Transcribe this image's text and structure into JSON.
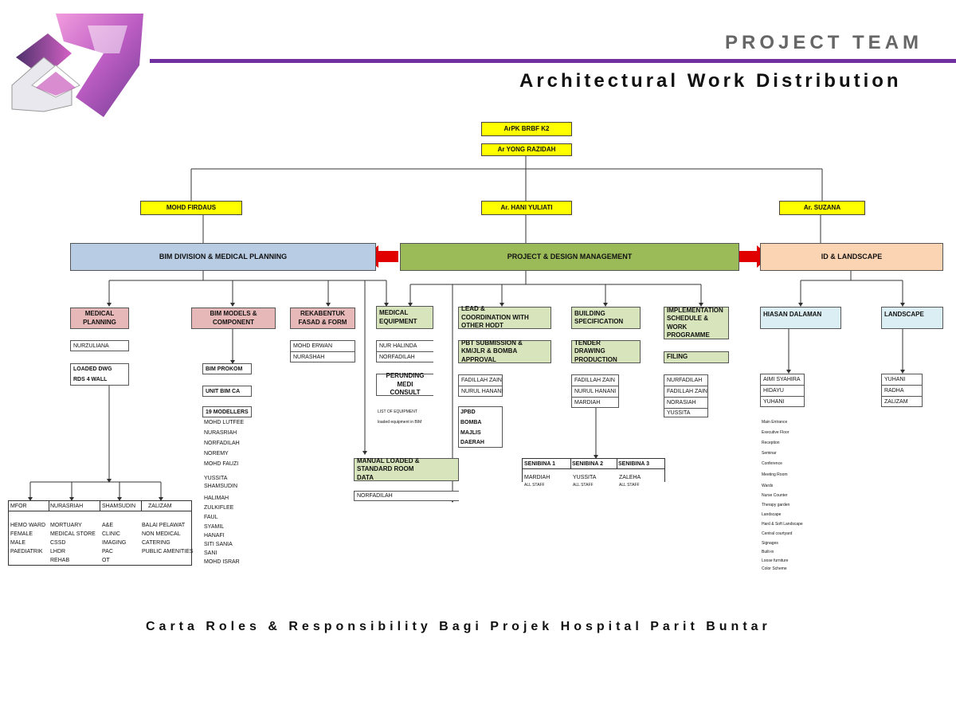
{
  "header": {
    "title": "PROJECT TEAM",
    "subtitle": "Architectural Work Distribution"
  },
  "footer": "Carta Roles & Responsibility Bagi Projek Hospital Parit Buntar",
  "top": {
    "chief": "ArPK BRBF K2",
    "head": "Ar YONG RAZIDAH"
  },
  "leads": {
    "left": "MOHD FIRDAUS",
    "center": "Ar. HANI YULIATI",
    "right": "Ar. SUZANA"
  },
  "divisions": {
    "bim": "BIM DIVISION & MEDICAL PLANNING",
    "pdm": "PROJECT & DESIGN MANAGEMENT",
    "idl": "ID & LANDSCAPE"
  },
  "medical_planning": {
    "label": "MEDICAL PLANNING",
    "person": "NURZULIANA",
    "loaded1": "LOADED DWG",
    "loaded2": "RDS 4 WALL"
  },
  "team_table": {
    "headers": [
      "MFOR",
      "NURASRIAH",
      "SHAMSUDIN",
      "ZALIZAM"
    ],
    "col1": [
      "HEMO WARD",
      "FEMALE",
      "MALE",
      "PAEDIATRIK"
    ],
    "col2": [
      "MORTUARY",
      "MEDICAL STORE",
      "CSSD",
      "LHDR",
      "REHAB"
    ],
    "col3": [
      "A&E",
      "CLINIC",
      "IMAGING",
      "PAC",
      "OT"
    ],
    "col4": [
      "BALAI PELAWAT",
      "NON MEDICAL",
      "CATERING",
      "PUBLIC AMENITIES"
    ]
  },
  "bim_models": {
    "label": "BIM MODELS & COMPONENT",
    "prokom": "BIM PROKOM",
    "unit": "UNIT BIM CA",
    "modellers": "19 MODELLERS",
    "names": [
      "MOHD LUTFEE",
      "NURASRIAH",
      "NORFADILAH",
      "NOREMY",
      "MOHD FAUZI",
      "YUSSITA",
      "SHAMSUDIN",
      "HALIMAH",
      "ZULKIFLEE",
      "FAUL",
      "SYAMIL",
      "HANAFI",
      "SITI SANIA",
      "SANI",
      "MOHD ISRAR"
    ]
  },
  "rekabentuk": {
    "label": "REKABENTUK FASAD & FORM",
    "names": [
      "MOHD ERWAN",
      "NURASHAH"
    ]
  },
  "medical_equipment": {
    "label": "MEDICAL EQUIPMENT",
    "names": [
      "NUR HALINDA",
      "NORFADILAH"
    ],
    "consult": "PERUNDING MEDI CONSULT",
    "note1": "LIST OF EQUIPMENT",
    "note2": "loaded equipment in BIM"
  },
  "manual": {
    "label": "MANUAL LOADED & STANDARD ROOM DATA",
    "person": "NORFADILAH"
  },
  "lead_coord": {
    "label": "LEAD & COORDINATION WITH OTHER HODT",
    "pbt": "PBT SUBMISSION & KM/JLR & BOMBA APPROVAL",
    "names": [
      "FADILLAH ZAIN",
      "NURUL HANANI"
    ],
    "authorities": [
      "JPBD",
      "BOMBA",
      "MAJLIS",
      "DAERAH"
    ]
  },
  "building_spec": {
    "label": "BUILDING SPECIFICATION",
    "tender": "TENDER DRAWING PRODUCTION",
    "names": [
      "FADILLAH ZAIN",
      "NURUL HANANI",
      "MARDIAH"
    ]
  },
  "senibina": {
    "headers": [
      "SENIBINA 1",
      "SENIBINA 2",
      "SENIBINA 3"
    ],
    "names": [
      "MARDIAH",
      "YUSSITA",
      "ZALEHA"
    ],
    "staff": "ALL STAFF"
  },
  "implementation": {
    "label": "IMPLEMENTATION SCHEDULE & WORK PROGRAMME",
    "filing": "FILING",
    "names": [
      "NURFADILAH",
      "FADILLAH ZAIN",
      "NORASIAH",
      "YUSSITA"
    ]
  },
  "hiasan": {
    "label": "HIASAN DALAMAN",
    "names": [
      "AIMI SYAHIRA",
      "HIDAYU",
      "YUHANI"
    ],
    "items": [
      "Main Entrance",
      "Executive Floor",
      "Reception",
      "Seminar",
      "Conference",
      "Meeting Room",
      "Wards",
      "Nurse Counter",
      "Therapy garden",
      "Landscape",
      "Hard & Soft Landscape",
      "Central courtyard",
      "Signages",
      "Built-in",
      "Loose furniture",
      "Color Scheme"
    ]
  },
  "landscape": {
    "label": "LANDSCAPE",
    "names": [
      "YUHANI",
      "RADHA",
      "ZALIZAM"
    ]
  },
  "colors": {
    "purple": "#7030a0",
    "yellow": "#ffff00",
    "red_arrow": "#e00000"
  }
}
